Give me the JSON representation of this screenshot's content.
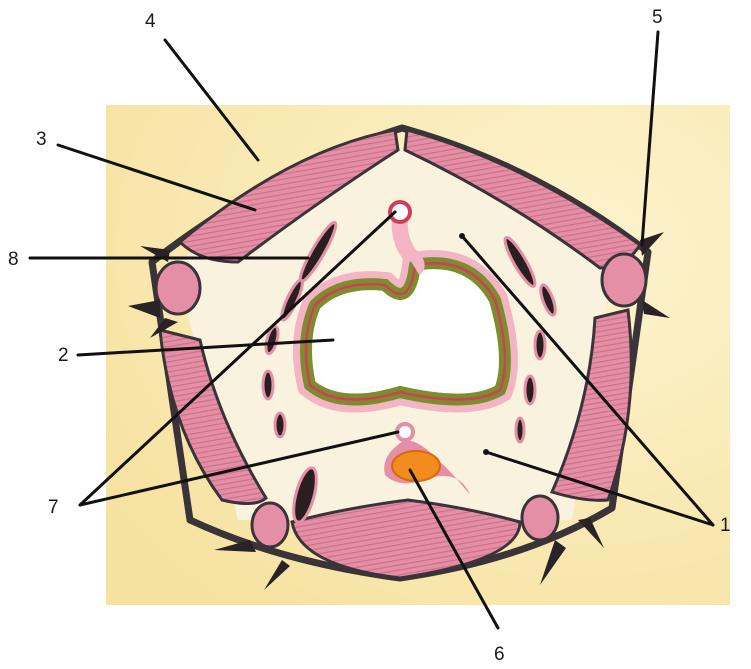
{
  "diagram": {
    "colors": {
      "background_panel": "#f8e9b4",
      "body_cavity": "#f9f2df",
      "muscle": "#e58fa6",
      "cuticle": "#3a3438",
      "intestine_wall": "#7c8d2e",
      "intestine_lining": "#cf3f57",
      "nerve_cord": "#f28c1c",
      "canal": "#2a1f1f"
    },
    "labels": [
      "1",
      "2",
      "3",
      "4",
      "5",
      "6",
      "7",
      "8"
    ]
  }
}
